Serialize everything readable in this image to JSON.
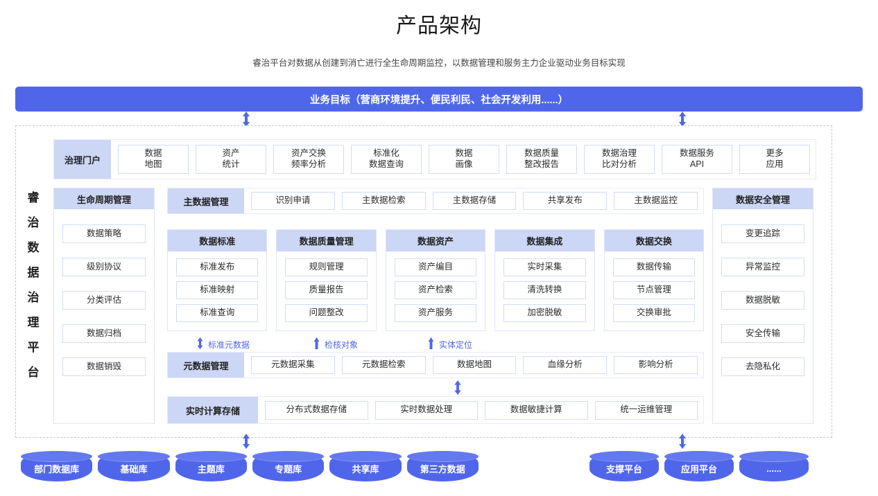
{
  "header": {
    "title": "产品架构",
    "subtitle": "睿治平台对数据从创建到消亡进行全生命周期监控，以数据管理和服务主力企业驱动业务目标实现"
  },
  "goal_bar": {
    "label": "业务目标（营商环境提升、便民利民、社会开发利用......）"
  },
  "platform": {
    "name_chars": [
      "睿",
      "治",
      "数",
      "据",
      "治",
      "理",
      "平",
      "台"
    ]
  },
  "portal": {
    "label": "治理门户",
    "items": [
      {
        "label": "数据\n地图"
      },
      {
        "label": "资产\n统计"
      },
      {
        "label": "资产交换\n频率分析"
      },
      {
        "label": "标准化\n数据查询"
      },
      {
        "label": "数据\n画像"
      },
      {
        "label": "数据质量\n整改报告"
      },
      {
        "label": "数据治理\n比对分析"
      },
      {
        "label": "数据服务\nAPI"
      },
      {
        "label": "更多\n应用"
      }
    ]
  },
  "lifecycle": {
    "title": "生命周期管理",
    "items": [
      {
        "label": "数据策略"
      },
      {
        "label": "级别协议"
      },
      {
        "label": "分类评估"
      },
      {
        "label": "数据归档"
      },
      {
        "label": "数据销毁"
      }
    ]
  },
  "security": {
    "title": "数据安全管理",
    "items": [
      {
        "label": "变更追踪"
      },
      {
        "label": "异常监控"
      },
      {
        "label": "数据脱敏"
      },
      {
        "label": "安全传输"
      },
      {
        "label": "去隐私化"
      }
    ]
  },
  "master_data": {
    "label": "主数据管理",
    "items": [
      {
        "label": "识别申请"
      },
      {
        "label": "主数据检索"
      },
      {
        "label": "主数据存储"
      },
      {
        "label": "共享发布"
      },
      {
        "label": "主数据监控"
      }
    ]
  },
  "categories": [
    {
      "title": "数据标准",
      "items": [
        {
          "label": "标准发布"
        },
        {
          "label": "标准映射"
        },
        {
          "label": "标准查询"
        }
      ]
    },
    {
      "title": "数据质量管理",
      "items": [
        {
          "label": "规则管理"
        },
        {
          "label": "质量报告"
        },
        {
          "label": "问题整改"
        }
      ]
    },
    {
      "title": "数据资产",
      "items": [
        {
          "label": "资产编目"
        },
        {
          "label": "资产检索"
        },
        {
          "label": "资产服务"
        }
      ]
    },
    {
      "title": "数据集成",
      "items": [
        {
          "label": "实时采集"
        },
        {
          "label": "清洗转换"
        },
        {
          "label": "加密脱敏"
        }
      ]
    },
    {
      "title": "数据交换",
      "items": [
        {
          "label": "数据传输"
        },
        {
          "label": "节点管理"
        },
        {
          "label": "交换审批"
        }
      ]
    }
  ],
  "meta_arrows": [
    {
      "label": "标准元数据",
      "direction": "both"
    },
    {
      "label": "检核对象",
      "direction": "up"
    },
    {
      "label": "实体定位",
      "direction": "up"
    }
  ],
  "metadata": {
    "label": "元数据管理",
    "items": [
      {
        "label": "元数据采集"
      },
      {
        "label": "元数据检索"
      },
      {
        "label": "数据地图"
      },
      {
        "label": "血缘分析"
      },
      {
        "label": "影响分析"
      }
    ]
  },
  "realtime": {
    "label": "实时计算存储",
    "items": [
      {
        "label": "分布式数据存储"
      },
      {
        "label": "实时数据处理"
      },
      {
        "label": "数据敏捷计算"
      },
      {
        "label": "统一运维管理"
      }
    ]
  },
  "databases_left": [
    {
      "label": "部门数据库"
    },
    {
      "label": "基础库"
    },
    {
      "label": "主题库"
    },
    {
      "label": "专题库"
    },
    {
      "label": "共享库"
    },
    {
      "label": "第三方数据"
    }
  ],
  "databases_right": [
    {
      "label": "支撑平台"
    },
    {
      "label": "应用平台"
    },
    {
      "label": "......"
    }
  ],
  "colors": {
    "accent": "#5066ea",
    "head_bg": "#ccd6f5",
    "chip_border": "#d3dcf3",
    "dashed_border": "#c8c8c8"
  }
}
